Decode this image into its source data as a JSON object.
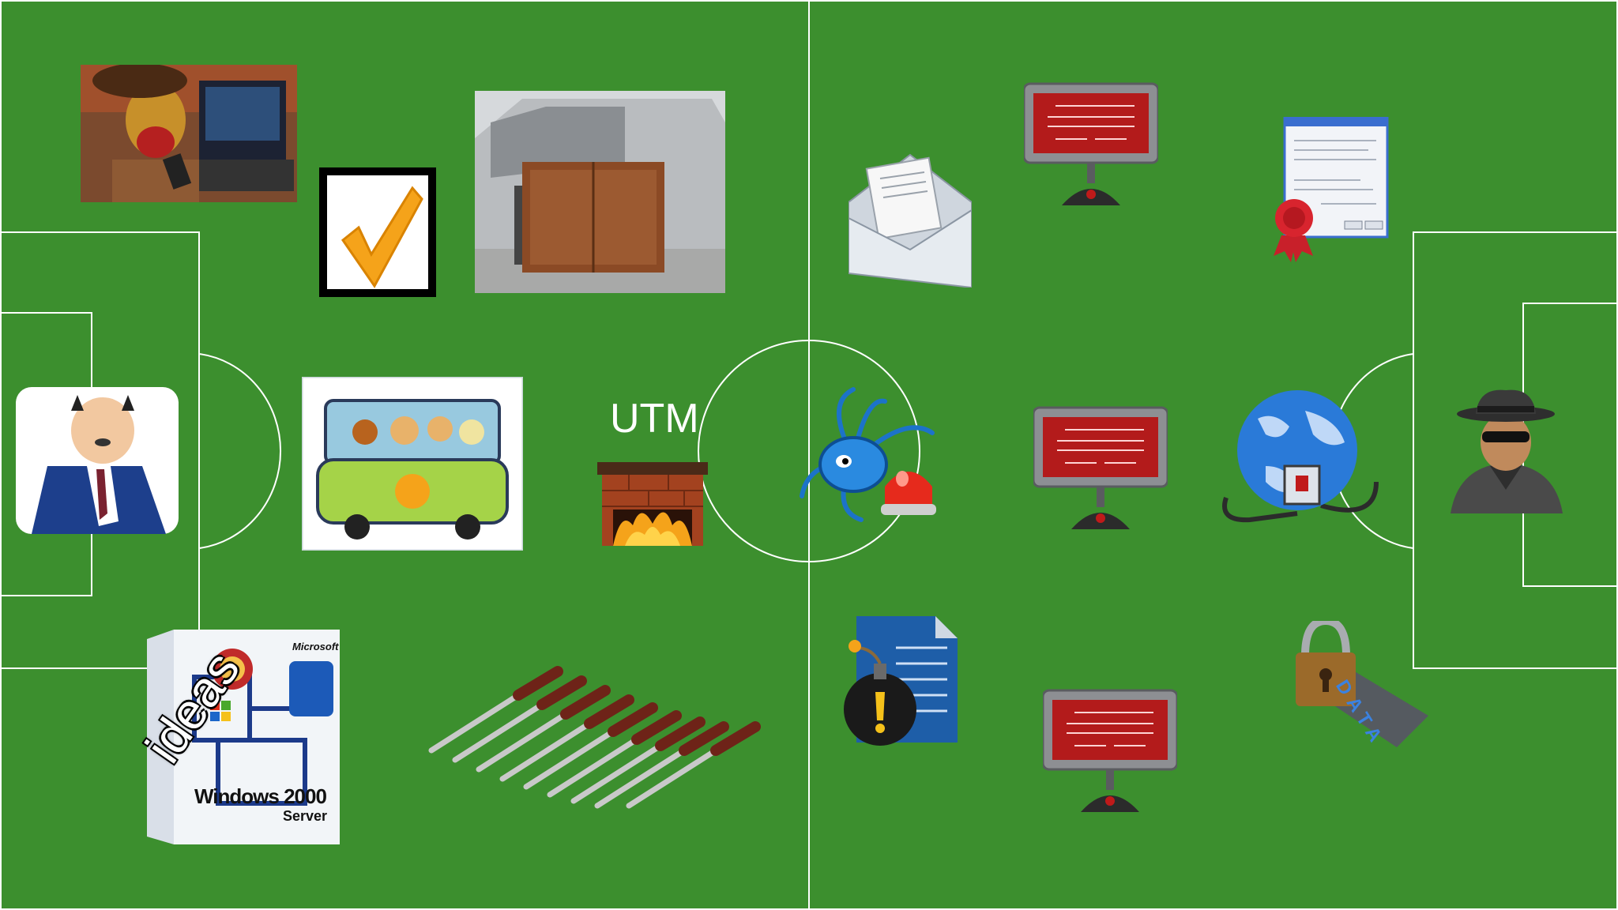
{
  "slide": {
    "center_label": "UTM",
    "overlay_label": "ideas",
    "box_brand": "Microsoft",
    "box_product": "Windows 2000",
    "box_edition": "Server",
    "lock_tag": "DATA"
  },
  "colors": {
    "field": "#3c8f2e",
    "lines": "#ffffff",
    "alert_red": "#b31b1b",
    "accent_orange": "#f5a31a"
  }
}
